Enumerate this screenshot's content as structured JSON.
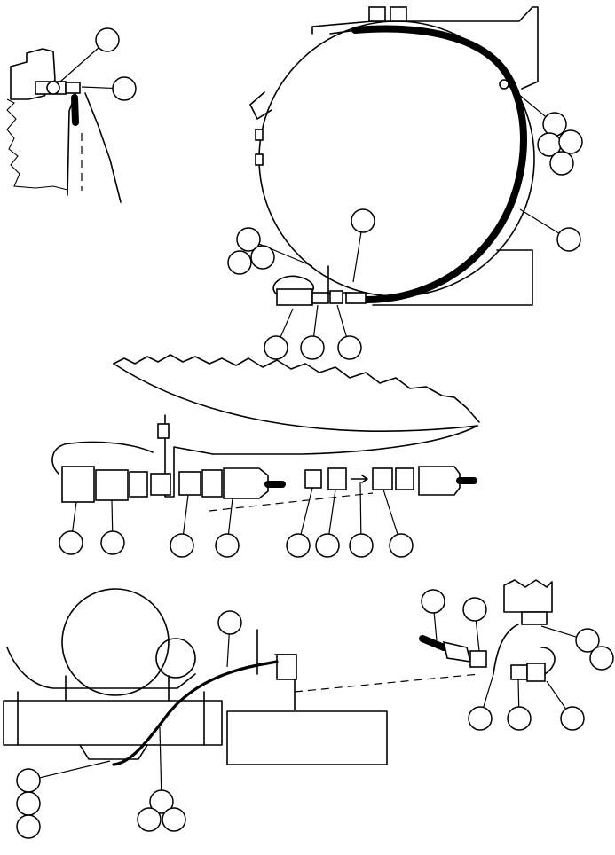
{
  "figure": {
    "views": [
      {
        "id": "detail-top-left",
        "callout_count": 2
      },
      {
        "id": "tank-view-top-right",
        "callout_count": 12
      },
      {
        "id": "connector-detail-middle",
        "callout_count": 8
      },
      {
        "id": "routing-view-bottom-left",
        "callout_count": 7
      },
      {
        "id": "connector-detail-bottom-right",
        "callout_count": 7
      }
    ],
    "callout_labels": []
  }
}
